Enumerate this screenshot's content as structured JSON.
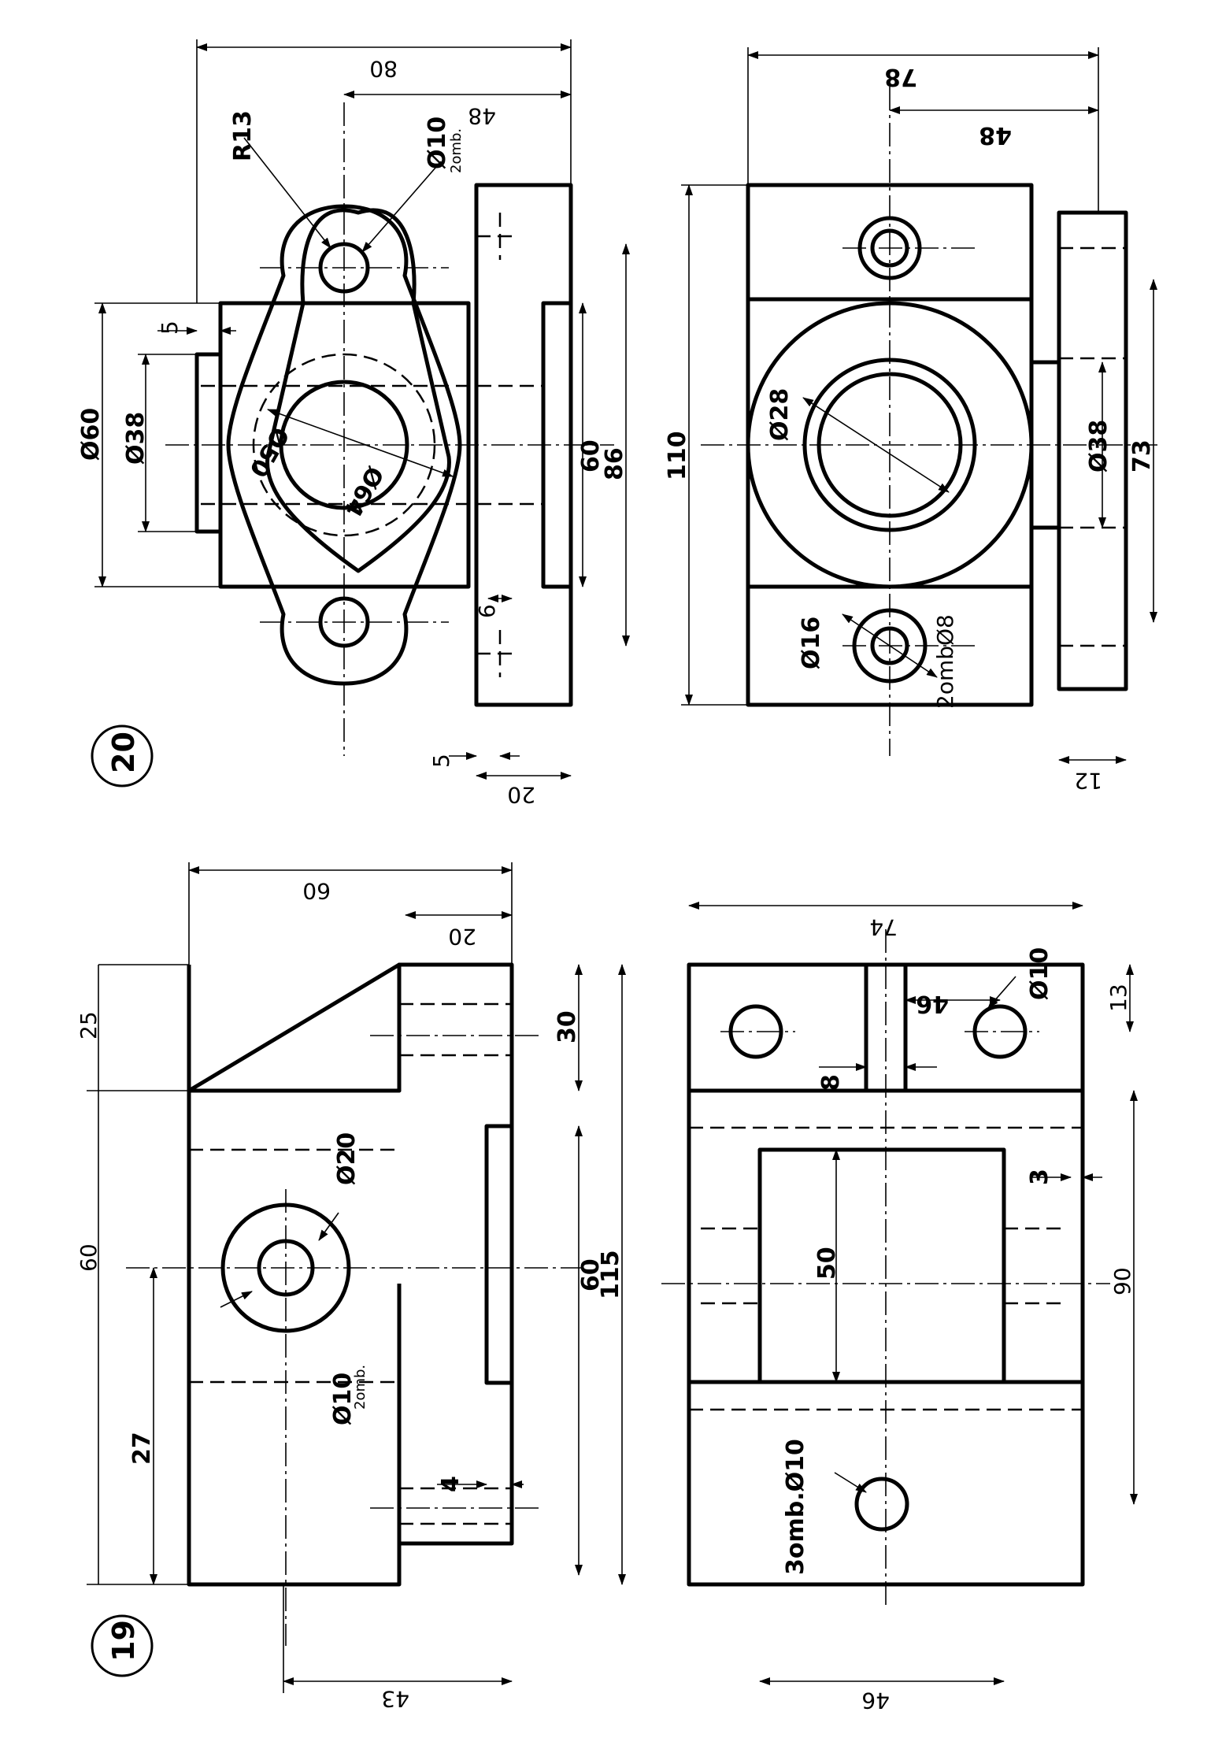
{
  "figures": {
    "fig19": {
      "number": "19",
      "dims": {
        "d25": "25",
        "d60a": "60",
        "d27": "27",
        "d60b": "60",
        "d20": "20",
        "d30": "30",
        "d60c": "60",
        "d115": "115",
        "d4": "4",
        "d43": "43",
        "phi20": "Ø20",
        "phi10": "Ø10",
        "phi10_note": "2omb.",
        "d74": "74",
        "d46a": "46",
        "phi10b": "Ø10",
        "d13": "13",
        "d8": "8",
        "d50": "50",
        "d3": "3",
        "d90": "90",
        "d46b": "46",
        "holes": "3omb.Ø10"
      }
    },
    "fig20": {
      "number": "20",
      "dims": {
        "d80": "80",
        "d48a": "48",
        "r13": "R13",
        "phi10": "Ø10",
        "phi10_note": "2omb.",
        "phi60": "Ø60",
        "phi38a": "Ø38",
        "d5a": "5",
        "phi50": "Ø50",
        "phi64": "Ø64",
        "d60": "60",
        "d86": "86",
        "d6": "6",
        "d5b": "5",
        "d20": "20",
        "d78": "78",
        "d48b": "48",
        "d110": "110",
        "phi28": "Ø28",
        "phi38b": "Ø38",
        "d73": "73",
        "phi16": "Ø16",
        "holes2": "2ombØ8",
        "d12": "12"
      }
    }
  }
}
